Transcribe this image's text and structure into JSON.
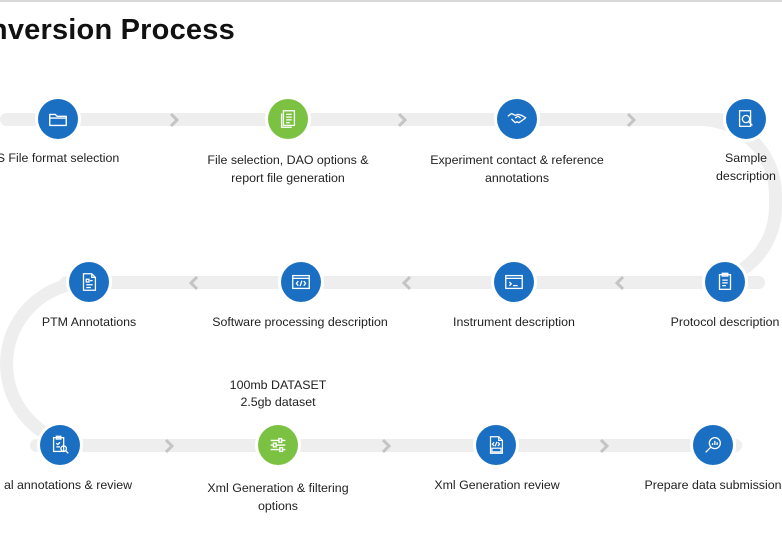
{
  "title": "onversion Process",
  "colors": {
    "blue": "#1b6fc2",
    "green": "#7cc242",
    "track": "#eeeeee",
    "chevron": "#c4c4c4"
  },
  "steps": [
    {
      "label": "S File format selection",
      "icon": "folder-icon",
      "color": "blue"
    },
    {
      "label": "File selection, DAO options & report file generation",
      "icon": "documents-icon",
      "color": "green"
    },
    {
      "label": "Experiment contact & reference annotations",
      "icon": "handshake-icon",
      "color": "blue"
    },
    {
      "label": "Sample description",
      "icon": "search-document-icon",
      "color": "blue"
    },
    {
      "label": "Protocol description",
      "icon": "clipboard-icon",
      "color": "blue"
    },
    {
      "label": "Instrument description",
      "icon": "terminal-window-icon",
      "color": "blue"
    },
    {
      "label": "Software processing description",
      "icon": "code-window-icon",
      "color": "blue"
    },
    {
      "label": "PTM Annotations",
      "icon": "form-document-icon",
      "color": "blue"
    },
    {
      "label": "al annotations & review",
      "icon": "review-clipboard-icon",
      "color": "blue"
    },
    {
      "label": "Xml Generation & filtering options",
      "icon": "sliders-icon",
      "color": "green"
    },
    {
      "label": "Xml Generation review",
      "icon": "xml-file-icon",
      "color": "blue"
    },
    {
      "label": "Prepare data submission",
      "icon": "magnifier-chart-icon",
      "color": "blue"
    }
  ],
  "note": {
    "line1": "100mb DATASET",
    "line2": "2.5gb dataset"
  }
}
